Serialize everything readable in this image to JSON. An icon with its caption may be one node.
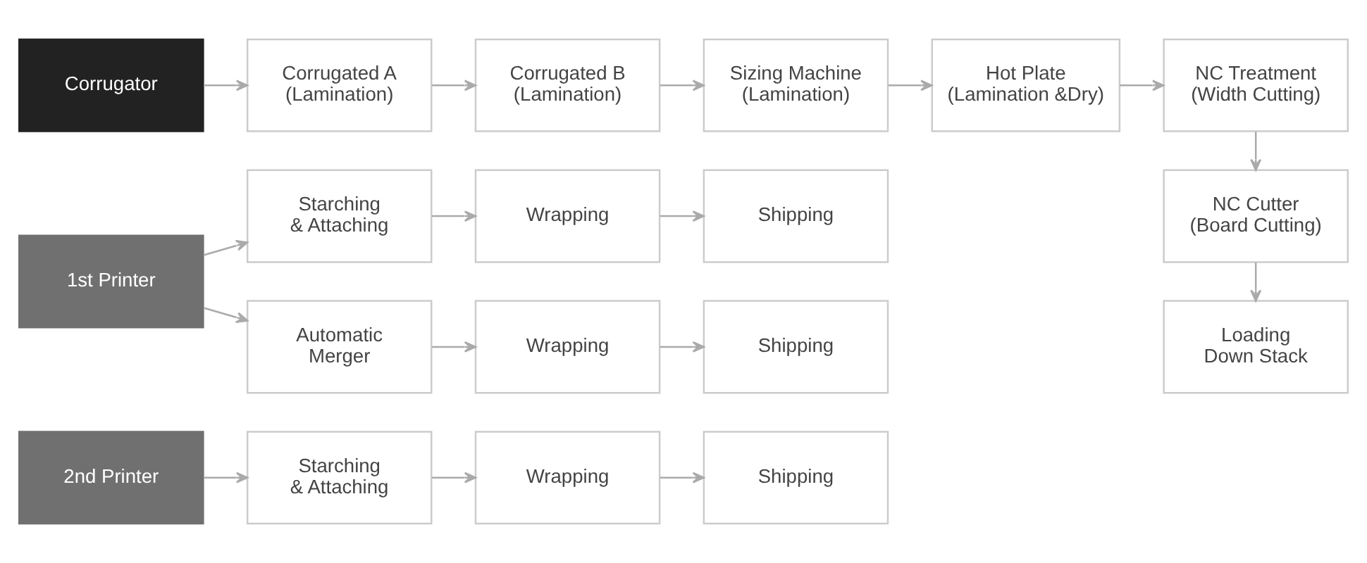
{
  "diagram": {
    "nodes": [
      {
        "text": [
          "Corrugator"
        ]
      },
      {
        "text": [
          "Corrugated A (Lamination)"
        ]
      },
      {
        "text": [
          "Corrugated B (Lamination)"
        ]
      },
      {
        "text": [
          "Sizing Machine (Lamination)"
        ]
      },
      {
        "text": [
          "Hot Plate (Lamination &Dry)"
        ]
      },
      {
        "text": [
          "NC Treatment (Width Cutting)"
        ]
      },
      {
        "text": [
          "NC Cutter (Board Cutting)"
        ]
      },
      {
        "text": [
          "Loading Down Stack"
        ]
      },
      {
        "text": [
          "1st Printer"
        ]
      },
      {
        "text": [
          "Starching & Attaching"
        ]
      },
      {
        "text": [
          "Wrapping"
        ]
      },
      {
        "text": [
          "Shipping"
        ]
      },
      {
        "text": [
          "Automatic Merger"
        ]
      },
      {
        "text": [
          "Wrapping"
        ]
      },
      {
        "text": [
          "Shipping"
        ]
      },
      {
        "text": [
          "2nd Printer"
        ]
      },
      {
        "text": [
          "Starching & Attaching"
        ]
      },
      {
        "text": [
          "Wrapping"
        ]
      },
      {
        "text": [
          "Shipping"
        ]
      }
    ],
    "edges": [
      {
        "from": 0,
        "to": 1,
        "arrow": "to"
      },
      {
        "from": 1,
        "to": 2,
        "arrow": "to"
      },
      {
        "from": 2,
        "to": 3,
        "arrow": "to"
      },
      {
        "from": 3,
        "to": 4,
        "arrow": "to"
      },
      {
        "from": 4,
        "to": 5,
        "arrow": "to"
      },
      {
        "from": 5,
        "to": 6,
        "arrow": "to"
      },
      {
        "from": 6,
        "to": 7,
        "arrow": "to"
      },
      {
        "from": 8,
        "to": 9,
        "arrow": "to"
      },
      {
        "from": 8,
        "to": 12,
        "arrow": "to"
      },
      {
        "from": 9,
        "to": 10,
        "arrow": "to"
      },
      {
        "from": 10,
        "to": 11,
        "arrow": "to"
      },
      {
        "from": 12,
        "to": 13,
        "arrow": "to"
      },
      {
        "from": 13,
        "to": 14,
        "arrow": "to"
      },
      {
        "from": 15,
        "to": 16,
        "arrow": "to"
      },
      {
        "from": 16,
        "to": 17,
        "arrow": "to"
      },
      {
        "from": 17,
        "to": 18,
        "arrow": "to"
      }
    ]
  }
}
